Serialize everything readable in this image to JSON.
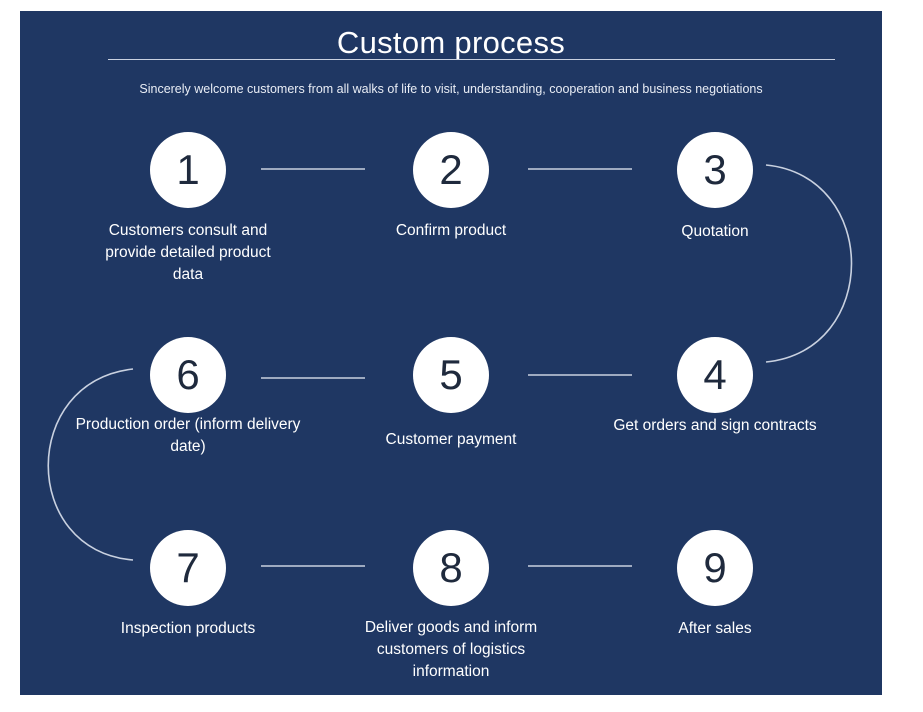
{
  "title": "Custom process",
  "subtitle": "Sincerely welcome customers from all walks of life to visit, understanding, cooperation and business negotiations",
  "steps": [
    {
      "number": "1",
      "label": "Customers consult and provide detailed product data"
    },
    {
      "number": "2",
      "label": "Confirm product"
    },
    {
      "number": "3",
      "label": "Quotation"
    },
    {
      "number": "4",
      "label": "Get orders and sign contracts"
    },
    {
      "number": "5",
      "label": "Customer payment"
    },
    {
      "number": "6",
      "label": "Production order (inform delivery date)"
    },
    {
      "number": "7",
      "label": "Inspection products"
    },
    {
      "number": "8",
      "label": "Deliver goods and inform customers of logistics information"
    },
    {
      "number": "9",
      "label": "After sales"
    }
  ],
  "colors": {
    "background": "#1f3763",
    "circle": "#ffffff",
    "line": "#c9d1e0"
  }
}
